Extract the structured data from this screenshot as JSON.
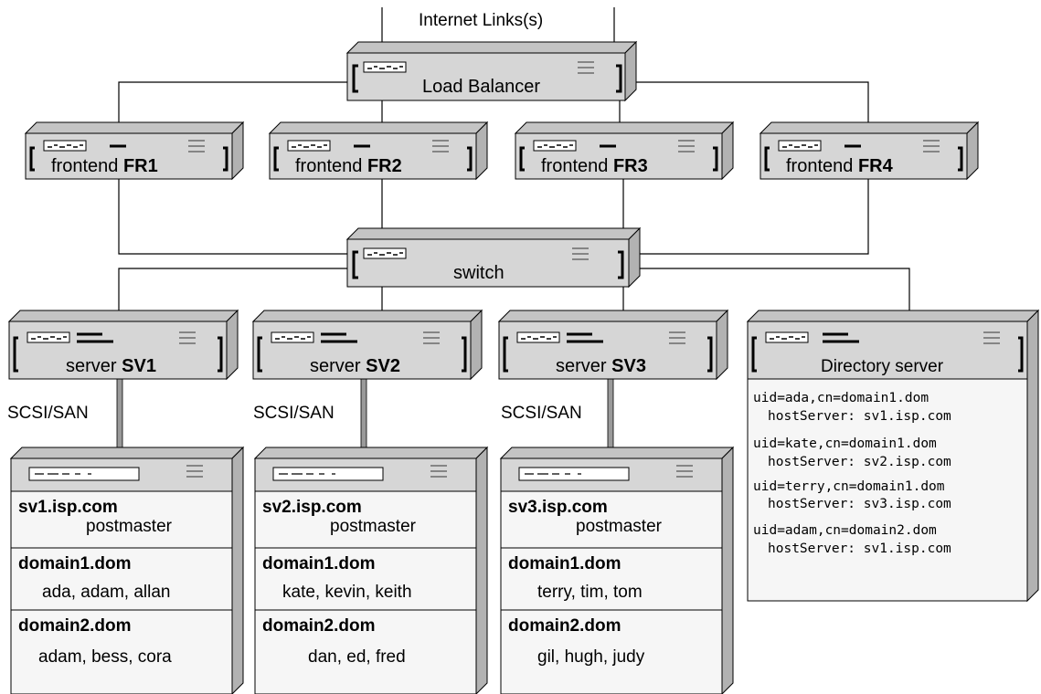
{
  "internet_label": "Internet Links(s)",
  "load_balancer": {
    "label": "Load Balancer"
  },
  "switch": {
    "label": "switch"
  },
  "frontends": [
    {
      "prefix": "frontend",
      "id": "FR1"
    },
    {
      "prefix": "frontend",
      "id": "FR2"
    },
    {
      "prefix": "frontend",
      "id": "FR3"
    },
    {
      "prefix": "frontend",
      "id": "FR4"
    }
  ],
  "servers": [
    {
      "prefix": "server",
      "id": "SV1"
    },
    {
      "prefix": "server",
      "id": "SV2"
    },
    {
      "prefix": "server",
      "id": "SV3"
    }
  ],
  "directory_server": {
    "label": "Directory server",
    "entries": [
      {
        "uid": "uid=ada,cn=domain1.dom",
        "host": "hostServer: sv1.isp.com"
      },
      {
        "uid": "uid=kate,cn=domain1.dom",
        "host": "hostServer: sv2.isp.com"
      },
      {
        "uid": "uid=terry,cn=domain1.dom",
        "host": "hostServer: sv3.isp.com"
      },
      {
        "uid": "uid=adam,cn=domain2.dom",
        "host": "hostServer: sv1.isp.com"
      }
    ]
  },
  "scsi_label": "SCSI/SAN",
  "storage": [
    {
      "host": "sv1.isp.com",
      "postmaster": "postmaster",
      "domain1": "domain1.dom",
      "domain1_users": "ada, adam, allan",
      "domain2": "domain2.dom",
      "domain2_users": "adam, bess, cora"
    },
    {
      "host": "sv2.isp.com",
      "postmaster": "postmaster",
      "domain1": "domain1.dom",
      "domain1_users": "kate, kevin, keith",
      "domain2": "domain2.dom",
      "domain2_users": "dan, ed, fred"
    },
    {
      "host": "sv3.isp.com",
      "postmaster": "postmaster",
      "domain1": "domain1.dom",
      "domain1_users": "terry, tim, tom",
      "domain2": "domain2.dom",
      "domain2_users": "gil, hugh, judy"
    }
  ],
  "colors": {
    "box_face": "#d6d6d6",
    "box_top": "#c4c4c4",
    "box_side": "#b2b2b2",
    "line": "#000000",
    "connector": "#9a9a9a"
  }
}
